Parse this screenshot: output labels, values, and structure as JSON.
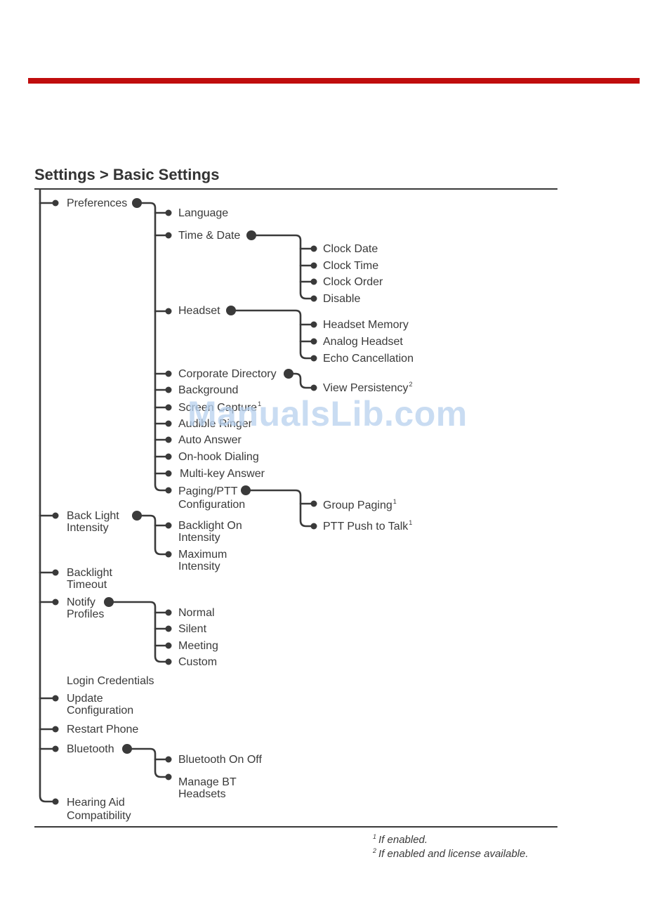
{
  "accent_color": "#c00d0d",
  "title": "Settings > Basic Settings",
  "watermark": "ManualsLib.com",
  "tree": {
    "preferences": {
      "label": "Preferences"
    },
    "language": {
      "label": "Language"
    },
    "time_date": {
      "label": "Time & Date"
    },
    "clock_date": {
      "label": "Clock Date"
    },
    "clock_time": {
      "label": "Clock Time"
    },
    "clock_order": {
      "label": "Clock Order"
    },
    "disable": {
      "label": "Disable"
    },
    "headset": {
      "label": "Headset"
    },
    "headset_memory": {
      "label": "Headset Memory"
    },
    "analog_headset": {
      "label": "Analog Headset"
    },
    "echo_cancellation": {
      "label": "Echo Cancellation"
    },
    "corporate_directory": {
      "label": "Corporate Directory"
    },
    "view_persistency": {
      "label": "View Persistency",
      "note": "2"
    },
    "background": {
      "label": "Background"
    },
    "screen_capture": {
      "label": "Screen Capture",
      "note": "1"
    },
    "audible_ringer": {
      "label": "Audible Ringer"
    },
    "auto_answer": {
      "label": "Auto Answer"
    },
    "onhook_dialing": {
      "label": "On-hook Dialing"
    },
    "multikey_answer": {
      "label": "Multi-key Answer"
    },
    "paging_ptt": {
      "line1": "Paging/PTT",
      "line2": "Configuration"
    },
    "group_paging": {
      "label": "Group Paging",
      "note": "1"
    },
    "ptt_push_to_talk": {
      "label": "PTT Push to Talk",
      "note": "1"
    },
    "back_light_intensity": {
      "line1": "Back Light",
      "line2": "Intensity"
    },
    "backlight_on_intensity": {
      "line1": "Backlight On",
      "line2": "Intensity"
    },
    "maximum_intensity": {
      "line1": "Maximum",
      "line2": "Intensity"
    },
    "backlight_timeout": {
      "line1": "Backlight",
      "line2": "Timeout"
    },
    "notify_profiles": {
      "line1": "Notify",
      "line2": "Profiles"
    },
    "normal": {
      "label": "Normal"
    },
    "silent": {
      "label": "Silent"
    },
    "meeting": {
      "label": "Meeting"
    },
    "custom": {
      "label": "Custom"
    },
    "login_credentials": {
      "label": "Login Credentials"
    },
    "update_configuration": {
      "line1": "Update",
      "line2": "Configuration"
    },
    "restart_phone": {
      "label": "Restart Phone"
    },
    "bluetooth": {
      "label": "Bluetooth"
    },
    "bluetooth_on_off": {
      "label": "Bluetooth On Off"
    },
    "manage_bt_headsets": {
      "line1": "Manage BT",
      "line2": "Headsets"
    },
    "hearing_aid": {
      "line1": "Hearing Aid",
      "line2": "Compatibility"
    }
  },
  "footnotes": [
    {
      "mark": "1",
      "text": "If enabled."
    },
    {
      "mark": "2",
      "text": "If enabled and license available."
    }
  ]
}
